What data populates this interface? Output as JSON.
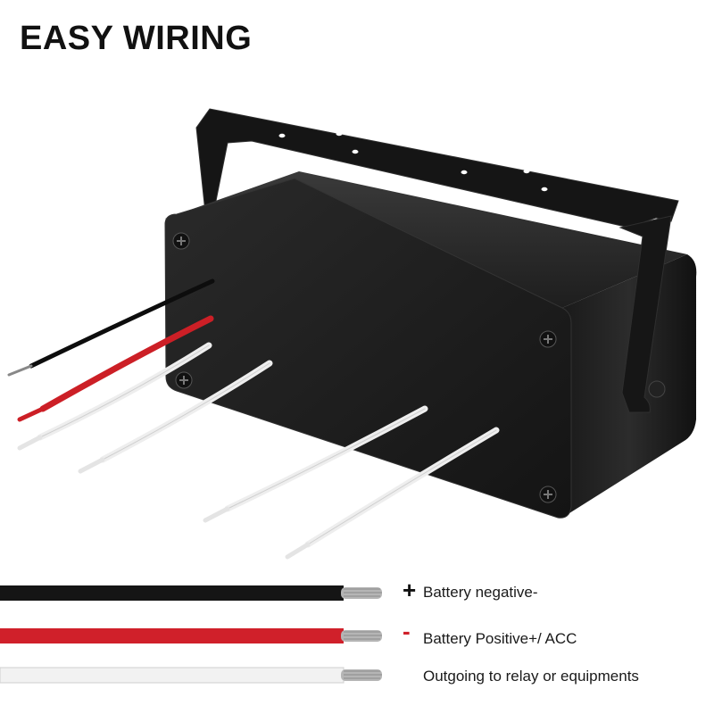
{
  "header": {
    "title": "EASY WIRING"
  },
  "legend": [
    {
      "sign": "+",
      "label": "Battery negative-",
      "wire_color": "#151515",
      "sign_color": "#111111"
    },
    {
      "sign": "-",
      "label": "Battery Positive+/ ACC",
      "wire_color": "#d0202a",
      "sign_color": "#d0202a"
    },
    {
      "sign": "",
      "label": "Outgoing to relay or equipments",
      "wire_color": "#f2f2f2",
      "sign_color": "#111111"
    }
  ],
  "colors": {
    "box": "#1c1c1c",
    "bracket": "#151515",
    "copper": "#b9b9b9"
  },
  "icons": [
    "screw-icon",
    "bracket-hole-icon"
  ]
}
